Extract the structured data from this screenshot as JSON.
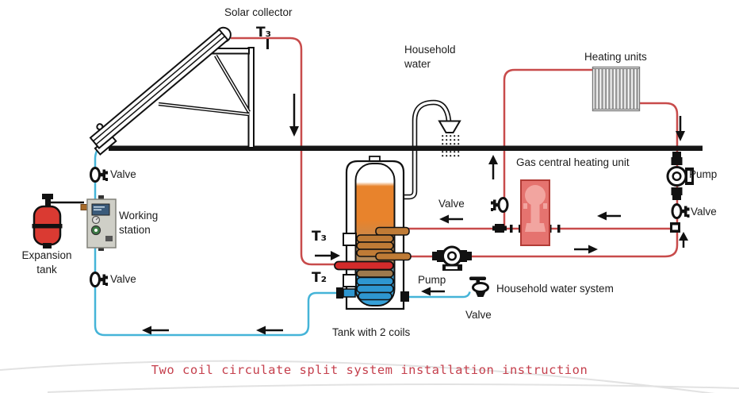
{
  "title": "Two coil  circulate split system installation instruction",
  "labels": {
    "solar_collector": "Solar collector",
    "t3_top": "T₃",
    "household_water": "Household water",
    "heating_units": "Heating units",
    "gas_central_heating_unit": "Gas central heating unit",
    "pump_right": "Pump",
    "valve_right": "Valve",
    "valve_mid": "Valve",
    "valve_left_top": "Valve",
    "valve_left_bottom": "Valve",
    "working_station": "Working station",
    "expansion_tank": "Expansion tank",
    "t3_tank": "T₃",
    "t2_tank": "T₂",
    "pump_center": "Pump",
    "household_water_system": "Household water system",
    "valve_bottom": "Valve",
    "tank_caption": "Tank with 2 coils"
  },
  "colors": {
    "pipe_hot": "#c84b4b",
    "pipe_cold": "#45b4d8",
    "tank_orange": "#e8832c",
    "tank_tan": "#b5885c",
    "tank_blue": "#3fa3d6",
    "coil_upper": "#bf7b36",
    "coil_mid": "#9e7a4e",
    "coil_lower": "#2e96d0",
    "tube_red": "#d32b2b",
    "expansion_red": "#da3a32",
    "gas_fill": "#e5736f",
    "gas_inner": "#f2a5a0",
    "radiator_fin": "#999999",
    "station_fill": "#cfcfc7",
    "screen_blue": "#3a5a7a",
    "caption_red": "#c5404d",
    "swoosh_gray": "#e2e2e2",
    "line_black": "#151515"
  }
}
